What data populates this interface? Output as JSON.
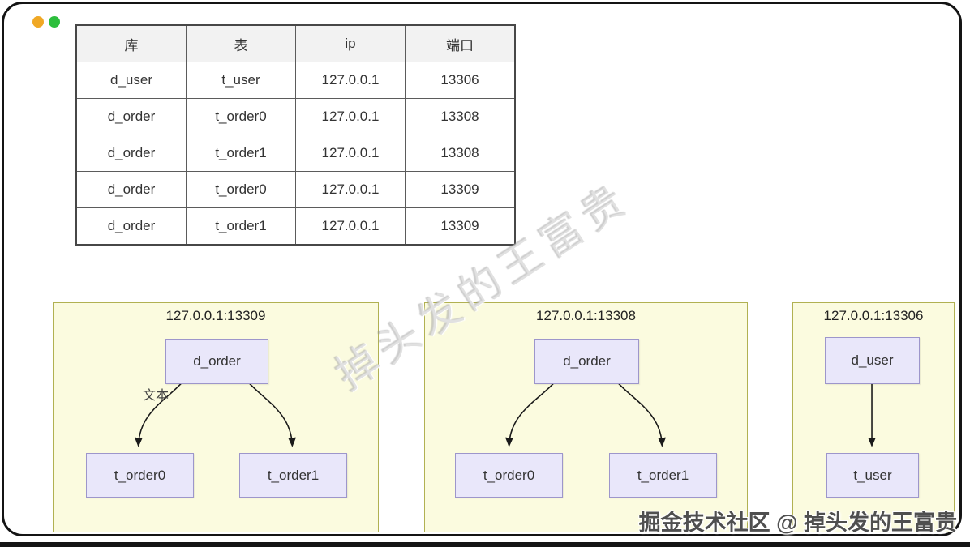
{
  "window": {
    "dots": [
      {
        "name": "orange-dot",
        "color": "#f0a825"
      },
      {
        "name": "green-dot",
        "color": "#2cbe3c"
      }
    ]
  },
  "table": {
    "headers": [
      "库",
      "表",
      "ip",
      "端口"
    ],
    "rows": [
      [
        "d_user",
        "t_user",
        "127.0.0.1",
        "13306"
      ],
      [
        "d_order",
        "t_order0",
        "127.0.0.1",
        "13308"
      ],
      [
        "d_order",
        "t_order1",
        "127.0.0.1",
        "13308"
      ],
      [
        "d_order",
        "t_order0",
        "127.0.0.1",
        "13309"
      ],
      [
        "d_order",
        "t_order1",
        "127.0.0.1",
        "13309"
      ]
    ]
  },
  "panels": [
    {
      "title": "127.0.0.1:13309",
      "db": "d_order",
      "tables": [
        "t_order0",
        "t_order1"
      ],
      "edge_label": "文本"
    },
    {
      "title": "127.0.0.1:13308",
      "db": "d_order",
      "tables": [
        "t_order0",
        "t_order1"
      ]
    },
    {
      "title": "127.0.0.1:13306",
      "db": "d_user",
      "tables": [
        "t_user"
      ]
    }
  ],
  "watermarks": {
    "diagonal": "掉头发的王富贵",
    "footer": "掘金技术社区 @ 掉头发的王富贵"
  },
  "colors": {
    "panel-fill": "#fbfbdf",
    "panel-border": "#b1b152",
    "node-fill": "#e9e7fa",
    "node-border": "#9d96cb",
    "table-header-bg": "#f2f2f2",
    "table-border": "#5b5b5b",
    "dot-orange": "#f0a825",
    "dot-green": "#2cbe3c",
    "frame-border": "#141414",
    "arrow": "#1a1a1a"
  }
}
